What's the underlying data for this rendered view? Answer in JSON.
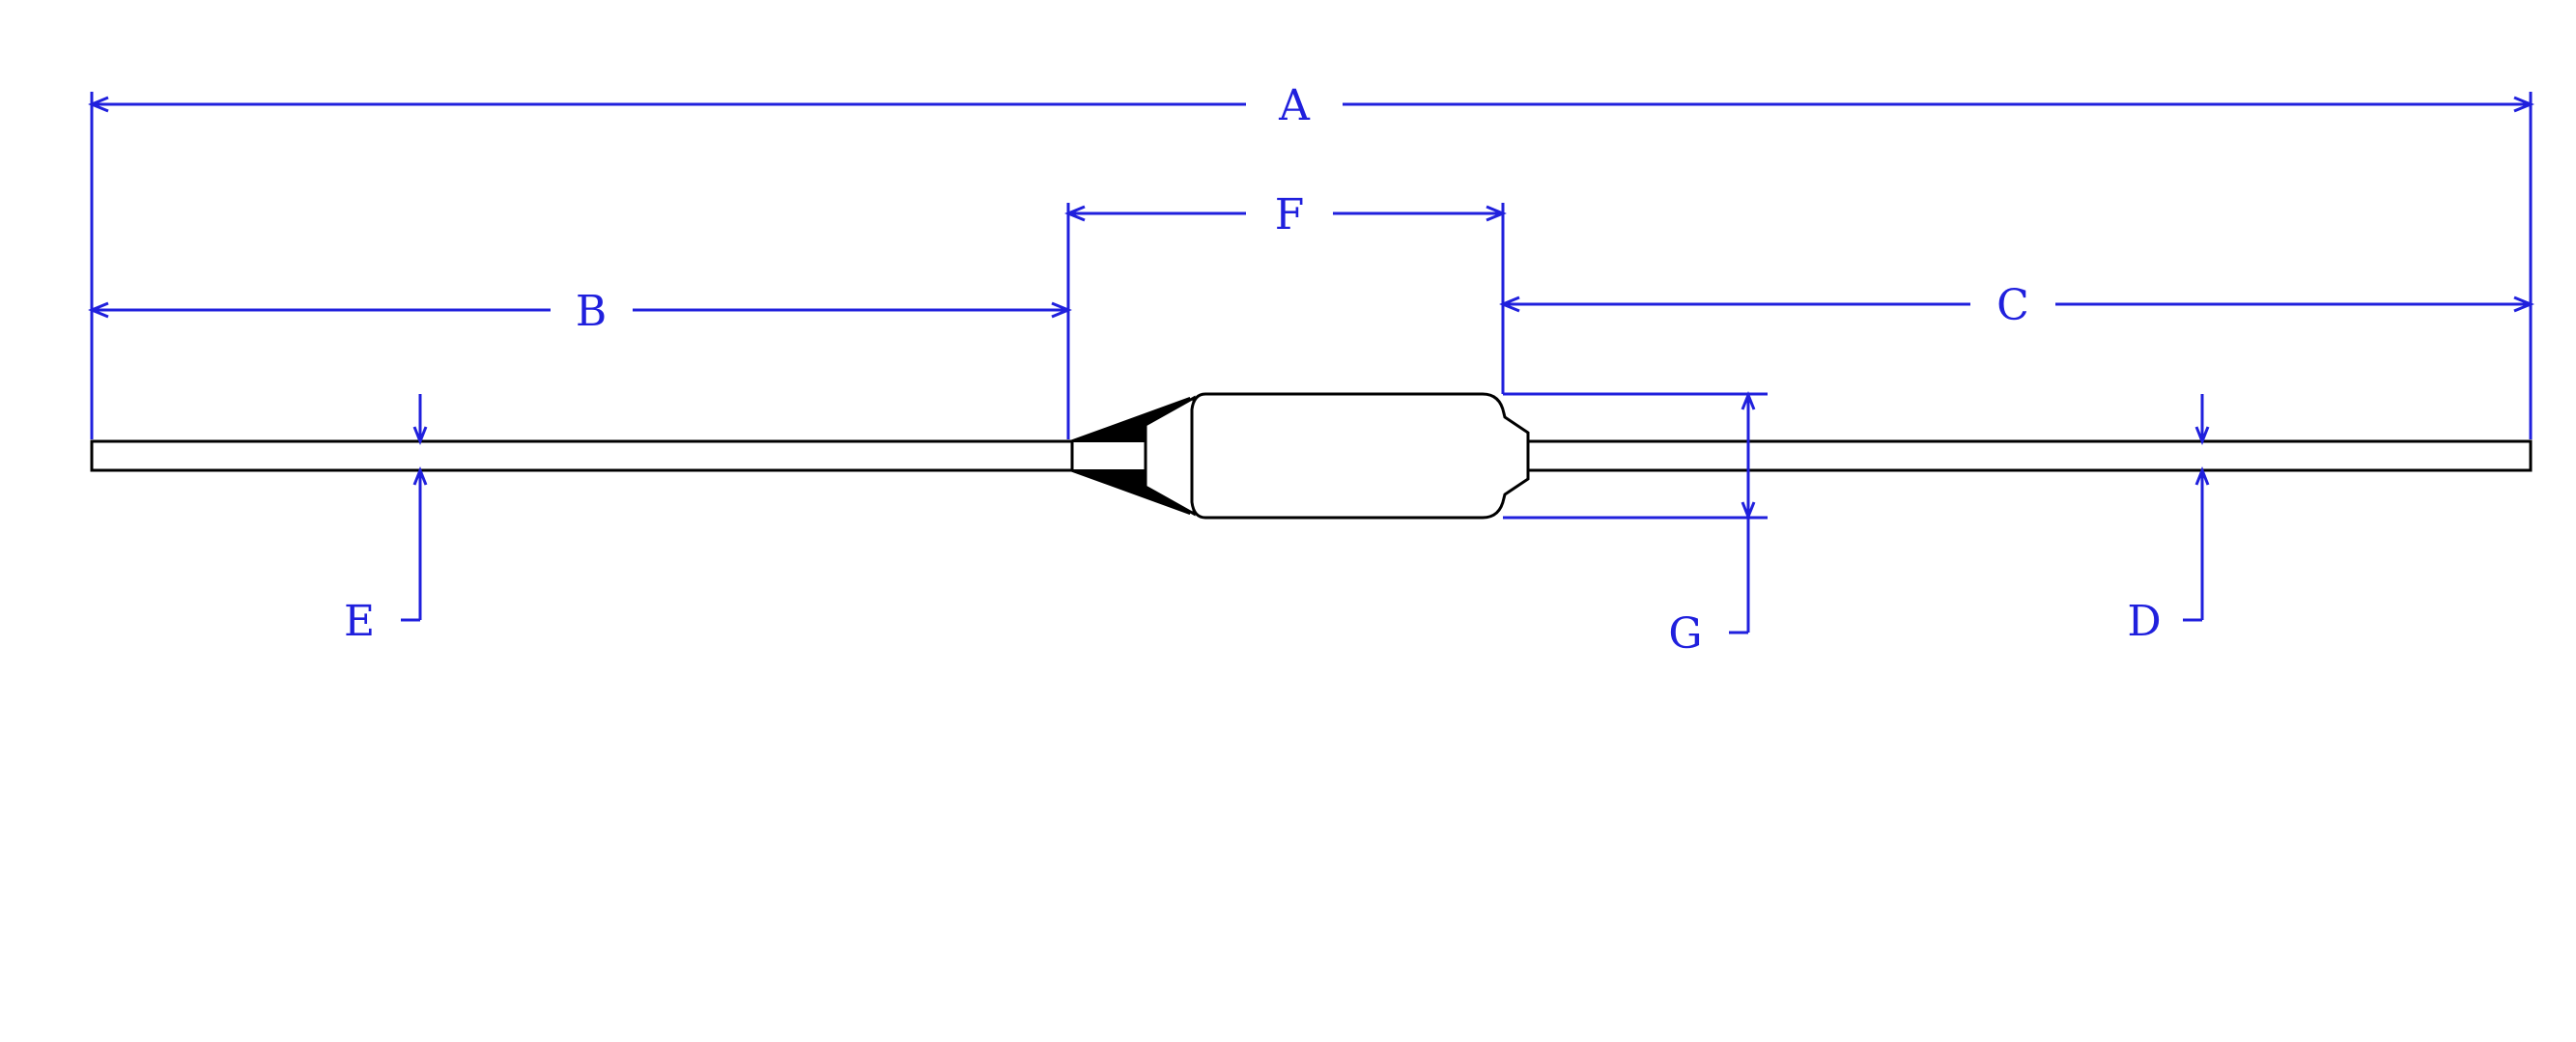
{
  "colors": {
    "dimension": "#2020dd",
    "part_outline": "#000000",
    "background": "#ffffff"
  },
  "labels": {
    "A": "A",
    "B": "B",
    "C": "C",
    "D": "D",
    "E": "E",
    "F": "F",
    "G": "G"
  }
}
